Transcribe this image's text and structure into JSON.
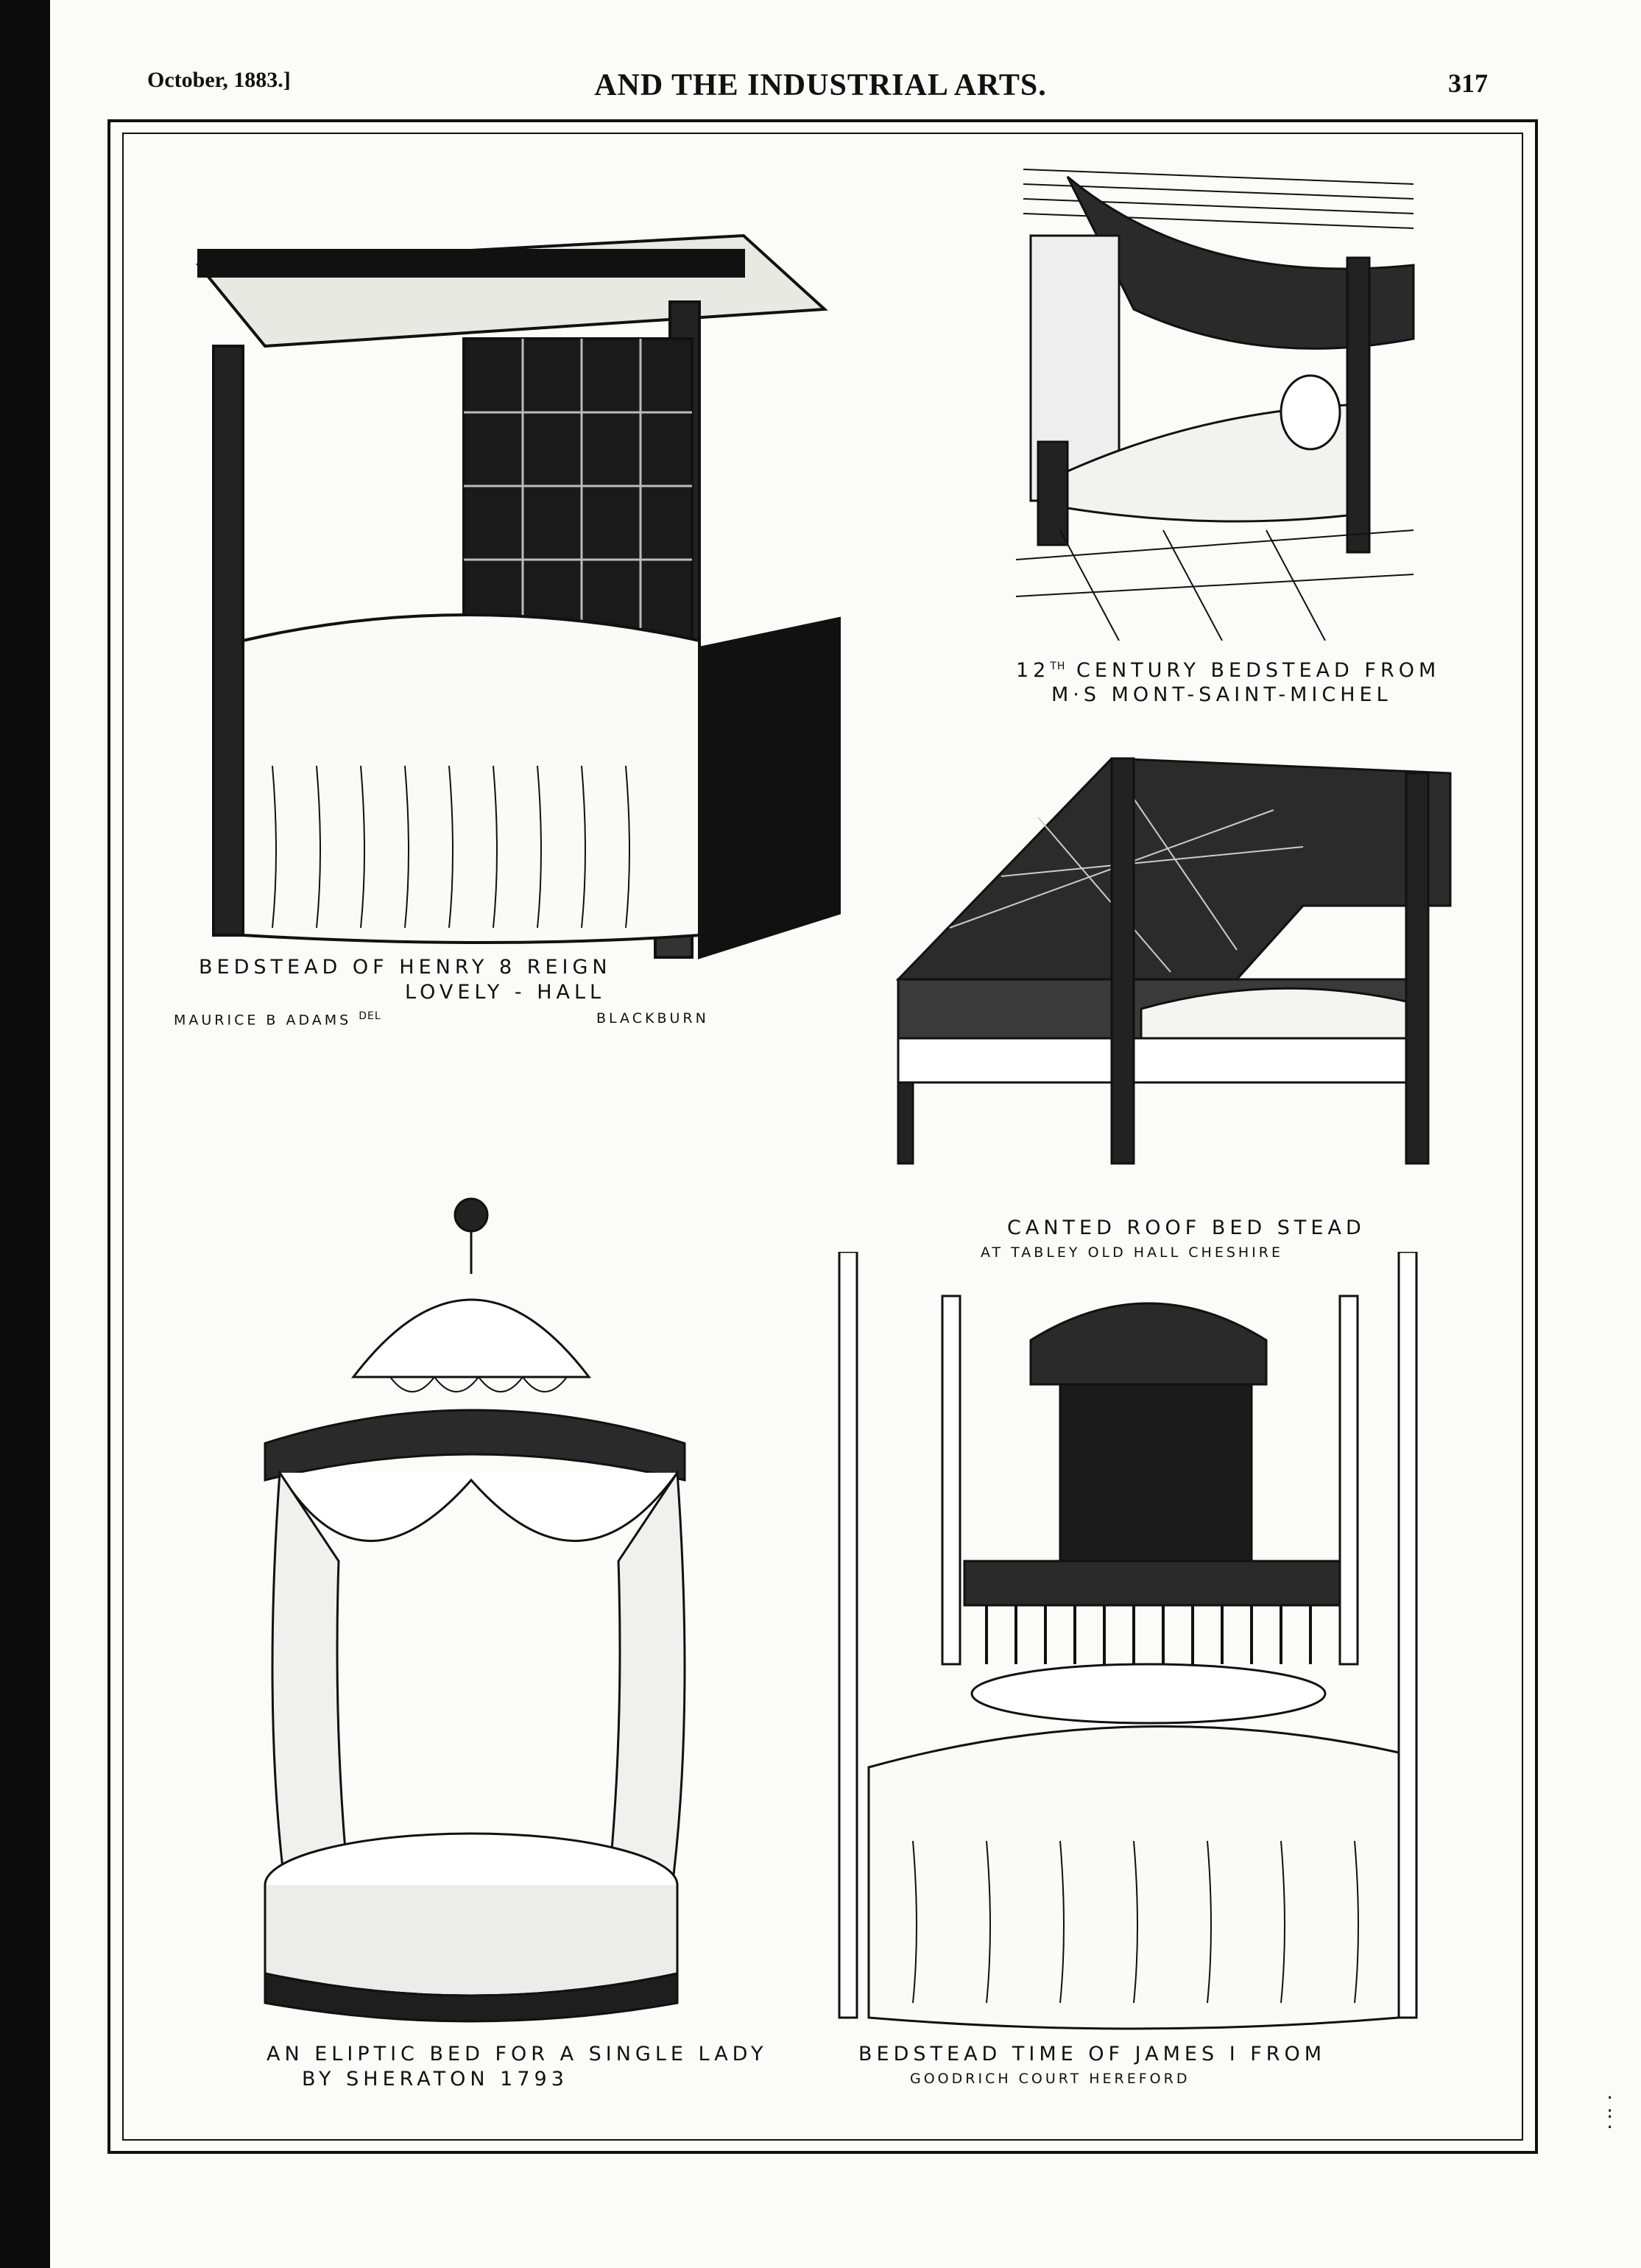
{
  "header": {
    "left": "October, 1883.]",
    "center": "AND THE INDUSTRIAL ARTS.",
    "right": "317"
  },
  "figures": [
    {
      "id": "henry8",
      "icon": "four-poster-bed-illustration",
      "caption_line1": "BEDSTEAD OF HENRY 8 REIGN",
      "caption_line2": "LOVELY - HALL",
      "credit": "MAURICE B ADAMS",
      "credit_suffix": "DEL",
      "location": "BLACKBURN"
    },
    {
      "id": "twelfth",
      "icon": "medieval-bed-illustration",
      "caption_line1_pre": "12",
      "caption_line1_sup": "TH",
      "caption_line1_post": "CENTURY BEDSTEAD FROM",
      "caption_line2": "M·S MONT-SAINT-MICHEL"
    },
    {
      "id": "canted",
      "icon": "canted-roof-bed-illustration",
      "caption_line1": "CANTED ROOF BED STEAD",
      "caption_line2": "AT TABLEY OLD HALL CHESHIRE"
    },
    {
      "id": "sheraton",
      "icon": "domed-canopy-bed-illustration",
      "caption_line1": "AN ELIPTIC BED FOR A SINGLE LADY",
      "caption_line2": "BY SHERATON 1793"
    },
    {
      "id": "james1",
      "icon": "carved-four-poster-bed-illustration",
      "caption_line1": "BEDSTEAD TIME OF JAMES I FROM",
      "caption_line2": "GOODRICH COURT HEREFORD"
    }
  ]
}
